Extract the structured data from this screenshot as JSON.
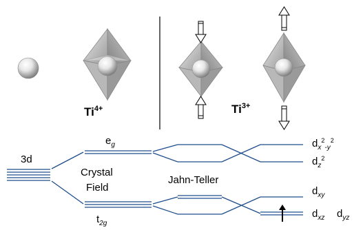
{
  "ions": {
    "ti4": {
      "base": "Ti",
      "charge": "4+"
    },
    "ti3": {
      "base": "Ti",
      "charge": "3+"
    }
  },
  "labels": {
    "three_d": "3d",
    "crystal_field": [
      "Crystal",
      "Field"
    ],
    "jahn_teller": "Jahn-Teller",
    "eg": {
      "base": "e",
      "sub": "g"
    },
    "t2g": {
      "base": "t",
      "sub": "2g"
    }
  },
  "orbitals": {
    "dx2y2": {
      "base": "d",
      "sub": "x",
      "sup": "2",
      "mid": "-y",
      "sup2": "2"
    },
    "dz2": {
      "base": "d",
      "sub": "z",
      "sup": "2"
    },
    "dxy": {
      "base": "d",
      "sub": "xy"
    },
    "dxz": {
      "base": "d",
      "sub": "xz"
    },
    "dyz": {
      "base": "d",
      "sub": "yz"
    }
  },
  "colors": {
    "level_line": "#1f4e8c",
    "divider": "#000000",
    "octahedron": "#a9a9a9",
    "sphere": "#dcdcdc"
  }
}
